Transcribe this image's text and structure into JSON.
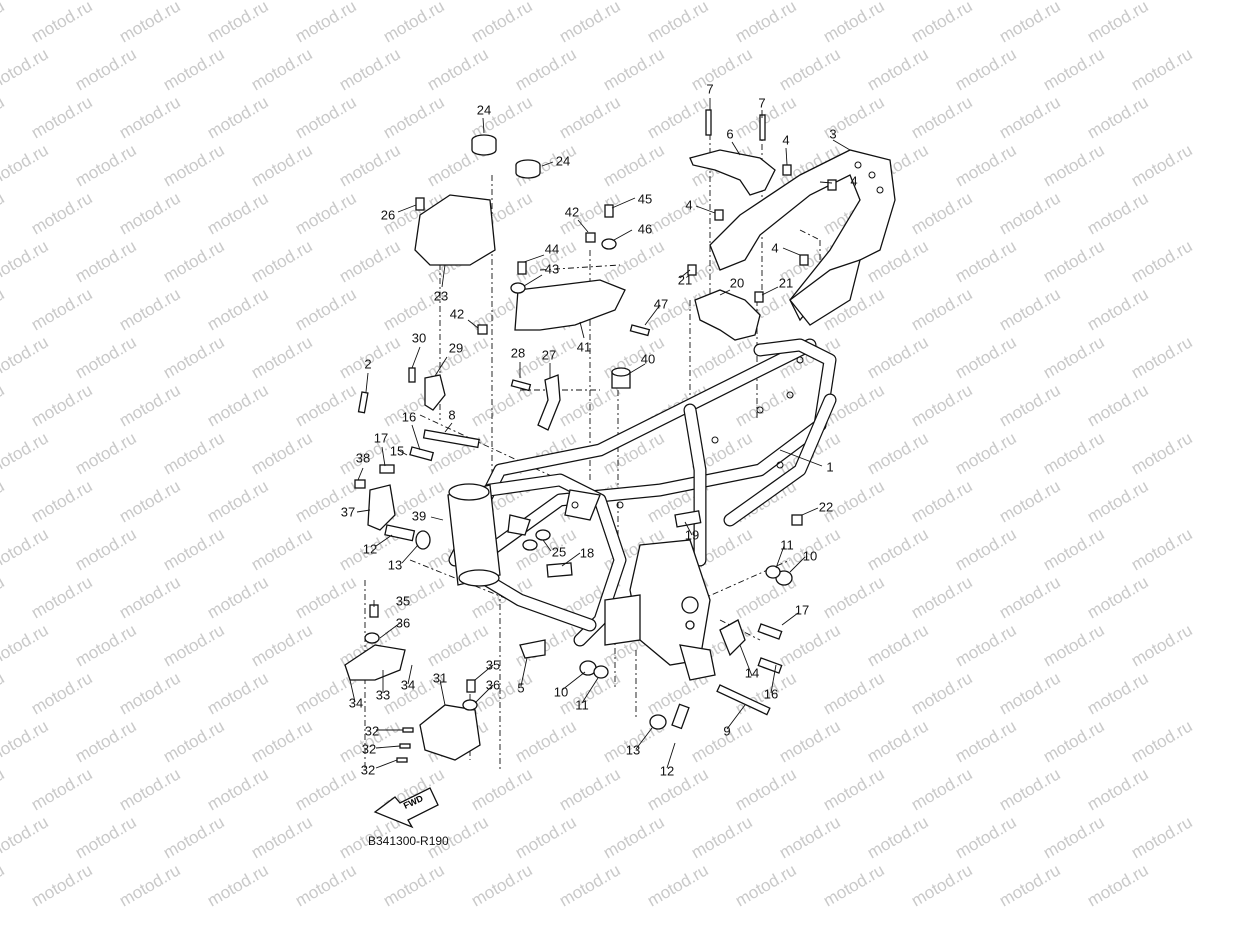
{
  "watermark_text": "motod.ru",
  "diagram_code": "B341300-R190",
  "fwd_label": "FWD",
  "callouts": [
    "1",
    "2",
    "3",
    "4",
    "5",
    "6",
    "7",
    "8",
    "9",
    "10",
    "11",
    "12",
    "13",
    "14",
    "15",
    "16",
    "17",
    "18",
    "19",
    "20",
    "21",
    "22",
    "23",
    "24",
    "25",
    "26",
    "27",
    "28",
    "29",
    "30",
    "31",
    "32",
    "33",
    "34",
    "35",
    "36",
    "37",
    "38",
    "39",
    "40",
    "41",
    "42",
    "43",
    "44",
    "45",
    "46",
    "47"
  ]
}
